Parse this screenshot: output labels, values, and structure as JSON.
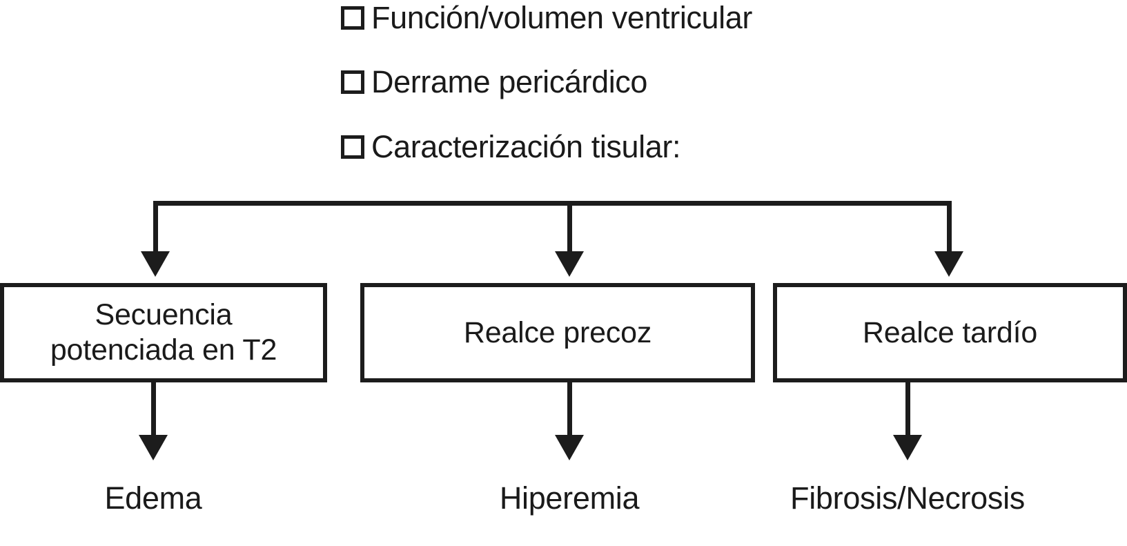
{
  "checklist": {
    "items": [
      {
        "icon": "checkbox-empty-icon",
        "label": "Función/volumen ventricular"
      },
      {
        "icon": "checkbox-empty-icon",
        "label": "Derrame pericárdico"
      },
      {
        "icon": "checkbox-empty-icon",
        "label": "Caracterización tisular:"
      }
    ]
  },
  "nodes": [
    {
      "label": "Secuencia\npotenciada en T2"
    },
    {
      "label": "Realce precoz"
    },
    {
      "label": "Realce tardío"
    }
  ],
  "outcomes": [
    {
      "label": "Edema"
    },
    {
      "label": "Hiperemia"
    },
    {
      "label": "Fibrosis/Necrosis"
    }
  ],
  "colors": {
    "line": "#1c1c1c",
    "text": "#1a1a1a",
    "background": "#ffffff"
  }
}
